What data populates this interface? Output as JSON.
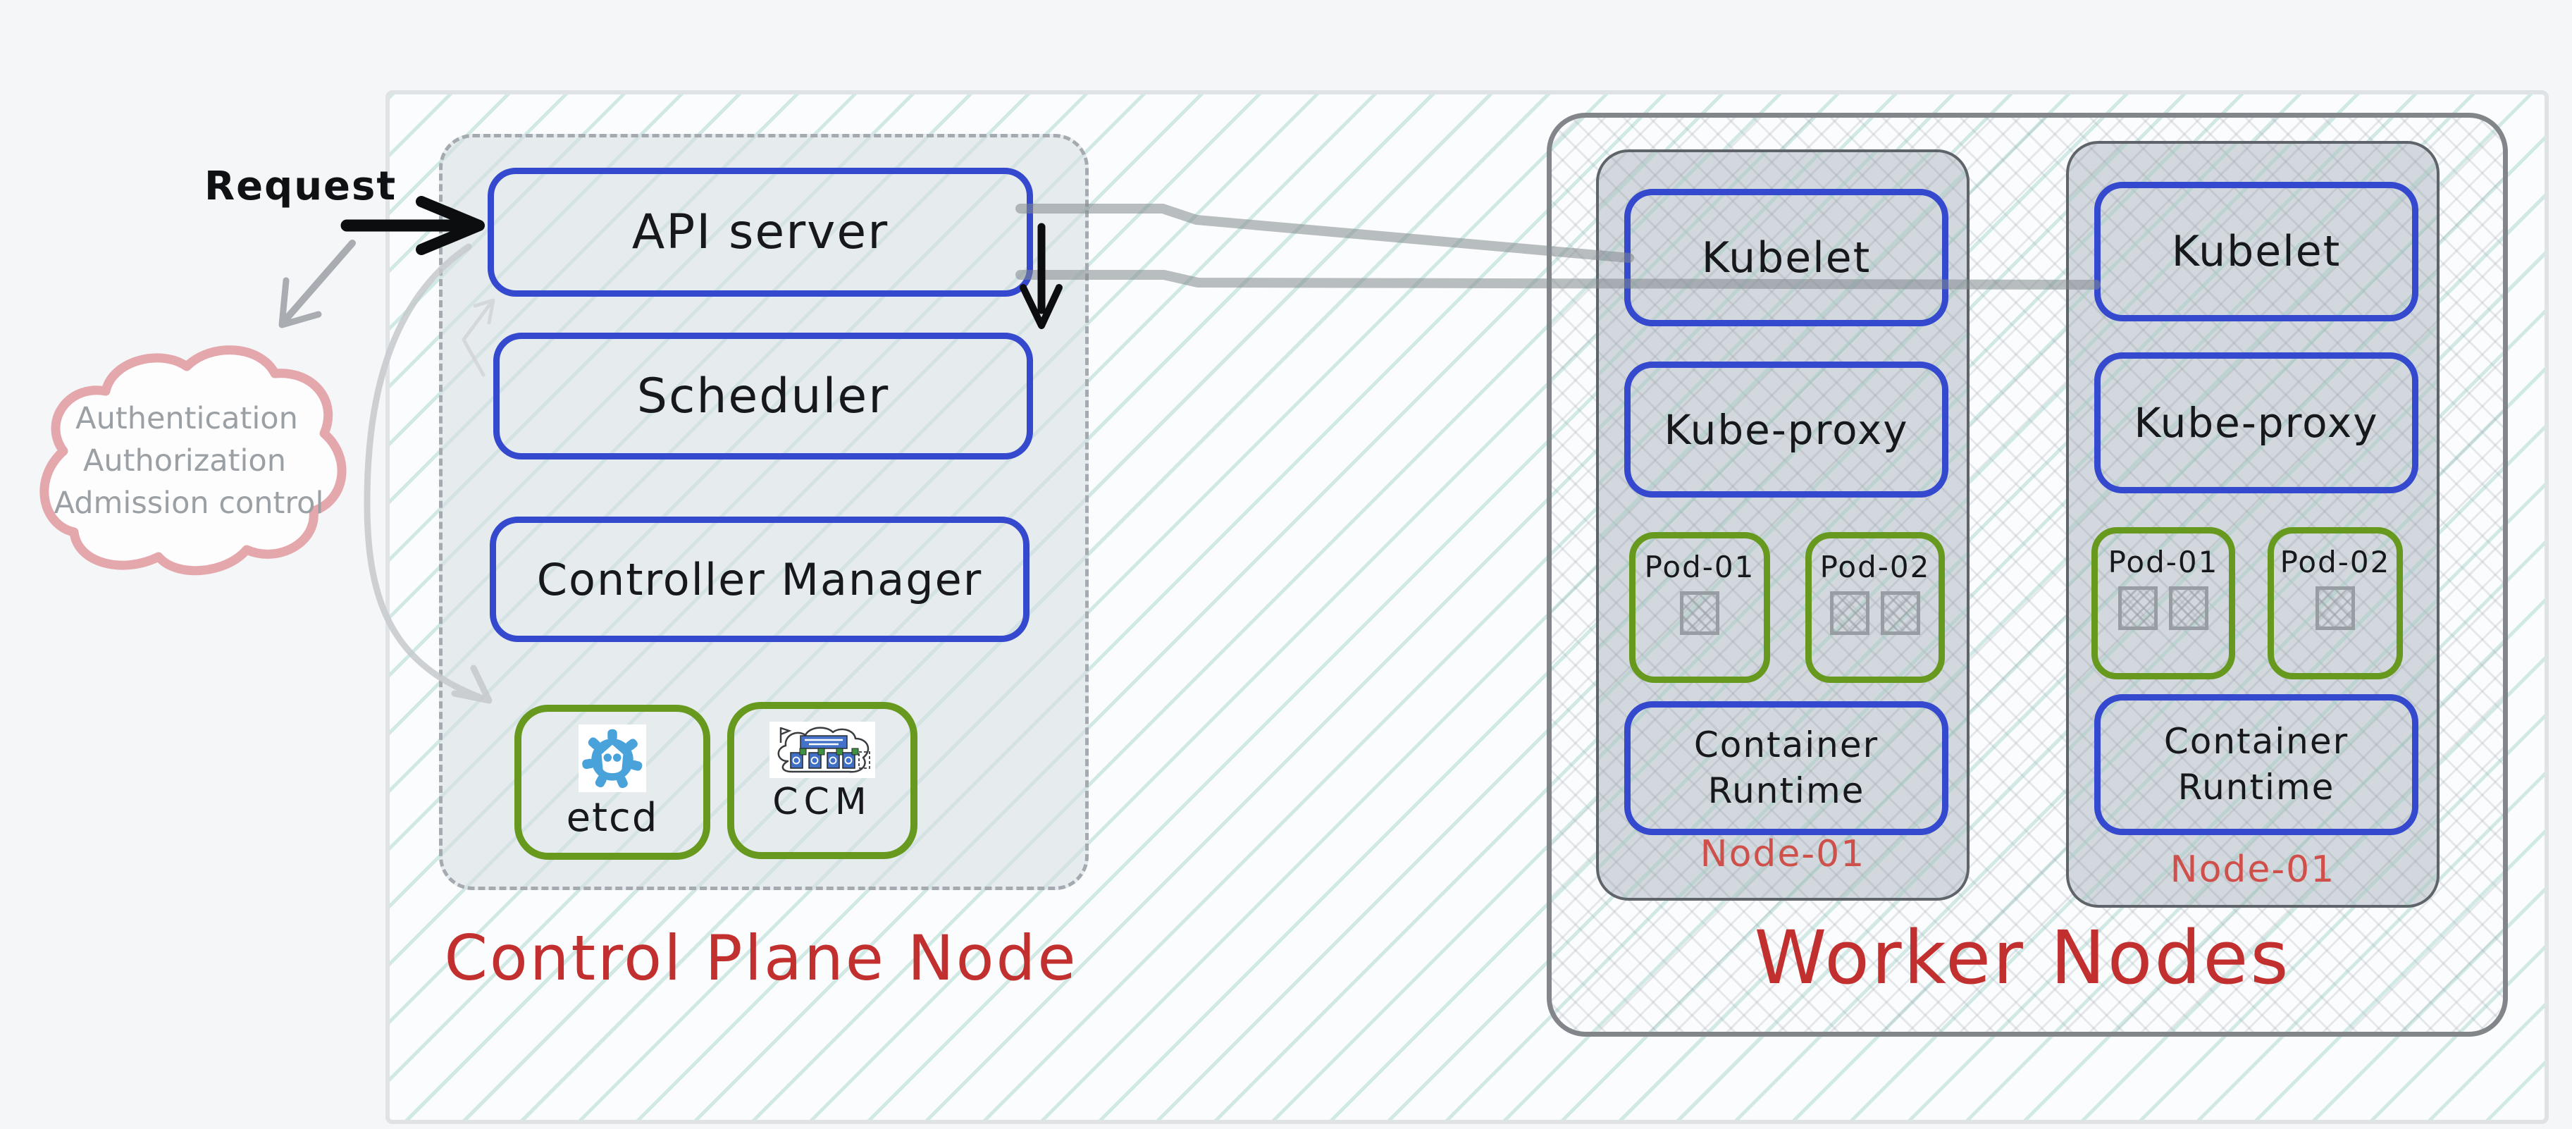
{
  "request": {
    "label": "Request"
  },
  "cloud": {
    "lines": [
      "Authentication",
      "Authorization",
      "Admission control"
    ]
  },
  "control_plane": {
    "title": "Control Plane Node",
    "boxes": [
      "API server",
      "Scheduler",
      "Controller Manager"
    ],
    "etcd_label": "etcd",
    "ccm_label": "CCM"
  },
  "workers": {
    "title": "Worker Nodes",
    "nodes": [
      {
        "kubelet": "Kubelet",
        "kube_proxy": "Kube-proxy",
        "runtime": "Container Runtime",
        "node_label": "Node-01",
        "pods": [
          {
            "label": "Pod-01",
            "containers": 1
          },
          {
            "label": "Pod-02",
            "containers": 2
          }
        ]
      },
      {
        "kubelet": "Kubelet",
        "kube_proxy": "Kube-proxy",
        "runtime": "Container Runtime",
        "node_label": "Node-01",
        "pods": [
          {
            "label": "Pod-01",
            "containers": 2
          },
          {
            "label": "Pod-02",
            "containers": 1
          }
        ]
      }
    ]
  },
  "colors": {
    "accent_blue": "#3549ce",
    "accent_green": "#66991d",
    "title_red": "#c22f2f",
    "node_label_red": "#cf4f4a",
    "cloud_pink": "#e4a8ac",
    "cloud_text_gray": "#9ba0a5"
  }
}
